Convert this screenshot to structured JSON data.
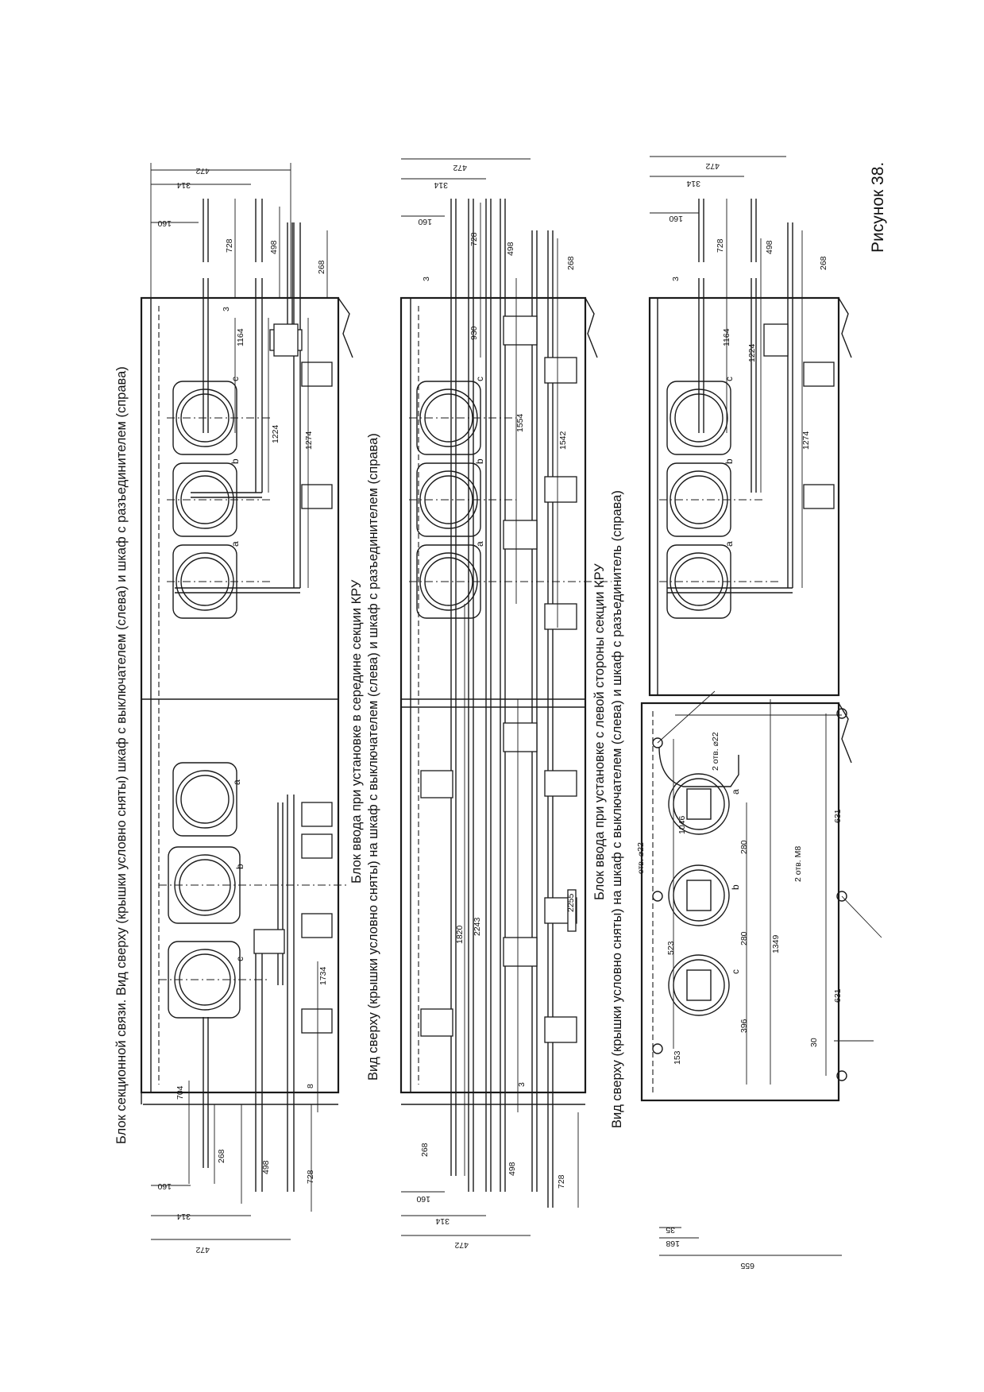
{
  "figure_label": "Рисунок 38.",
  "captions": {
    "view1_line1": "Блок секционной связи. Вид сверху (крышки условно сняты) шкаф с выключателем (слева) и шкаф с разъединителем (справа)",
    "view2_line1": "Блок ввода при установке в середине секции КРУ",
    "view2_line2": "Вид сверху (крышки условно сняты) на шкаф с выключателем (слева) и шкаф с разъединителем (справа)",
    "view3_line1": "Блок ввода при установке с левой стороны секции КРУ",
    "view3_line2": "Вид сверху (крышки условно сняты) на шкаф с выключателем (слева) и шкаф с разъединитель (справа)"
  },
  "phases": [
    "a",
    "b",
    "c"
  ],
  "view1_dims": {
    "top": [
      "472",
      "314",
      "160",
      "728",
      "498",
      "268",
      "3",
      "1164",
      "1224",
      "1274"
    ],
    "bottom": [
      "704",
      "268",
      "498",
      "728",
      "8",
      "1734",
      "160",
      "314",
      "472"
    ]
  },
  "view2_dims": {
    "top": [
      "472",
      "314",
      "160",
      "728",
      "498",
      "268",
      "3",
      "930",
      "1554",
      "1542"
    ],
    "bottom": [
      "1820",
      "2243",
      "2255",
      "3",
      "268",
      "498",
      "728",
      "160",
      "314",
      "472"
    ]
  },
  "view3_dims": {
    "top": [
      "472",
      "314",
      "160",
      "728",
      "498",
      "268",
      "3",
      "1164",
      "1224",
      "1274"
    ],
    "bottom": [
      "1046",
      "523",
      "280",
      "280",
      "396",
      "153",
      "1349",
      "631",
      "631",
      "30",
      "35",
      "168",
      "655"
    ],
    "holes": [
      "2 отв. ⌀22",
      "отв. ⌀22",
      "2 отв. M8"
    ]
  }
}
